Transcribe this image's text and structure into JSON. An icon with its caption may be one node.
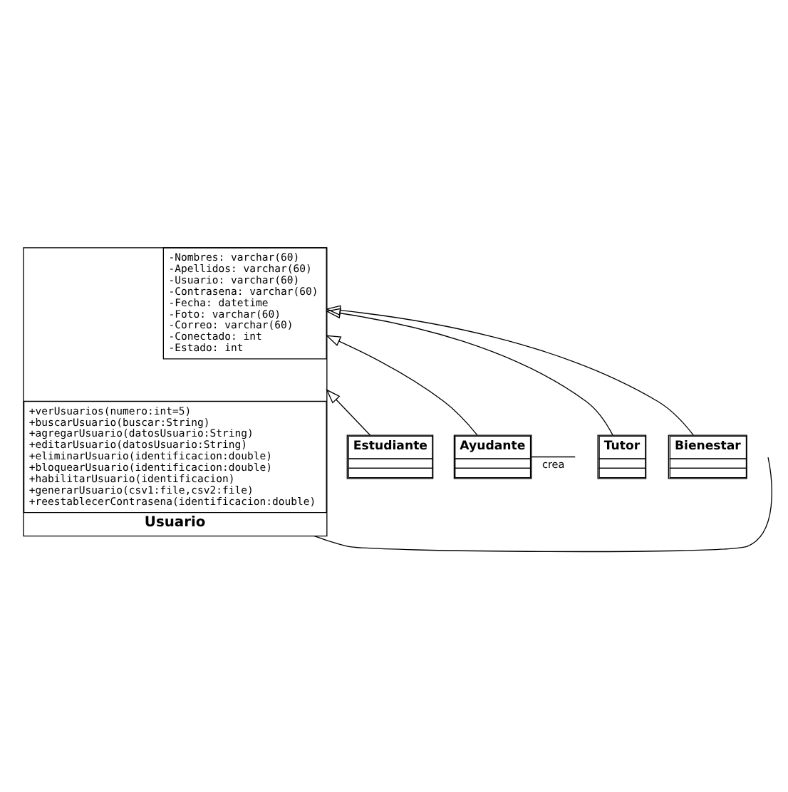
{
  "diagram": {
    "nodes": [
      {
        "text": [
          "Usuario"
        ]
      },
      {
        "text": [
          "-Nombres: varchar(60)",
          "-Apellidos: varchar(60)",
          "-Usuario: varchar(60)",
          "-Contrasena: varchar(60)",
          "-Fecha: datetime",
          "-Foto: varchar(60)",
          "-Correo: varchar(60)",
          "-Conectado: int",
          "-Estado: int"
        ],
        "in": 0
      },
      {
        "text": [
          "+verUsuarios(numero:int=5)",
          "+buscarUsuario(buscar:String)",
          "+agregarUsuario(datosUsuario:String)",
          "+editarUsuario(datosUsuario:String)",
          "+eliminarUsuario(identificacion:double)",
          "+bloquearUsuario(identificacion:double)",
          "+habilitarUsuario(identificacion)",
          "+generarUsuario(csv1:file,csv2:file)",
          "+reestablecerContrasena(identificacion:double)"
        ],
        "in": 0
      },
      {
        "text": [
          "Estudiante"
        ]
      },
      {
        "text": [
          "Ayudante"
        ]
      },
      {
        "text": [
          "Tutor"
        ]
      },
      {
        "text": [
          "Bienestar"
        ]
      }
    ],
    "edges": [
      {
        "from": 3,
        "to": 0,
        "arrow": "to"
      },
      {
        "from": 4,
        "to": 0,
        "arrow": "to"
      },
      {
        "from": 5,
        "to": 0,
        "arrow": "to"
      },
      {
        "from": 6,
        "to": 0,
        "arrow": "to"
      },
      {
        "from": null,
        "to": 4,
        "arrow": "none",
        "label": "crea"
      },
      {
        "from": 0,
        "to": null,
        "arrow": "none"
      }
    ]
  }
}
